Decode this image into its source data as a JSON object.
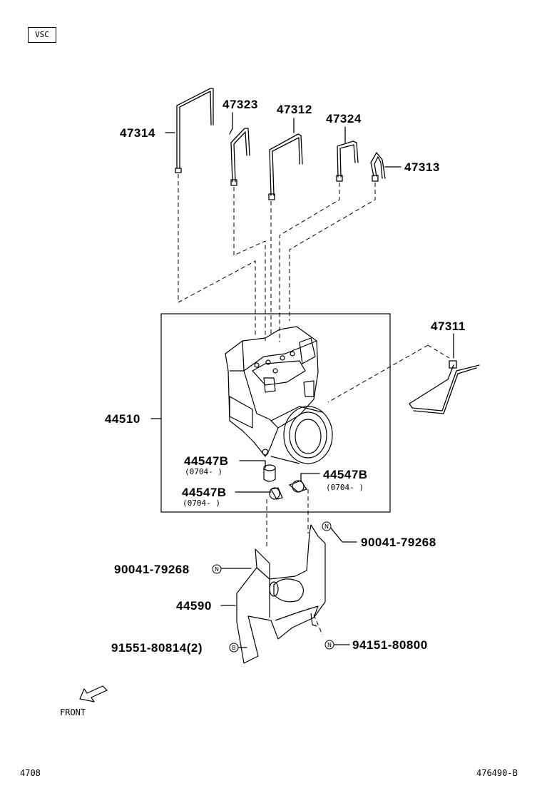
{
  "header": {
    "tag": "VSC"
  },
  "parts": {
    "p47314": "47314",
    "p47323": "47323",
    "p47312": "47312",
    "p47324": "47324",
    "p47313": "47313",
    "p47311": "47311",
    "p44510": "44510",
    "p44547b_1": "44547B",
    "p44547b_1_sub": "(0704-    )",
    "p44547b_2": "44547B",
    "p44547b_2_sub": "(0704-    )",
    "p44547b_3": "44547B",
    "p44547b_3_sub": "(0704-    )",
    "p90041_r": "90041-79268",
    "p90041_l": "90041-79268",
    "p44590": "44590",
    "p91551": "91551-80814(2)",
    "p94151": "94151-80800"
  },
  "markers": {
    "n": "N",
    "b": "B"
  },
  "front": {
    "label": "FRONT"
  },
  "footer": {
    "left": "4708",
    "right": "476490-B"
  }
}
